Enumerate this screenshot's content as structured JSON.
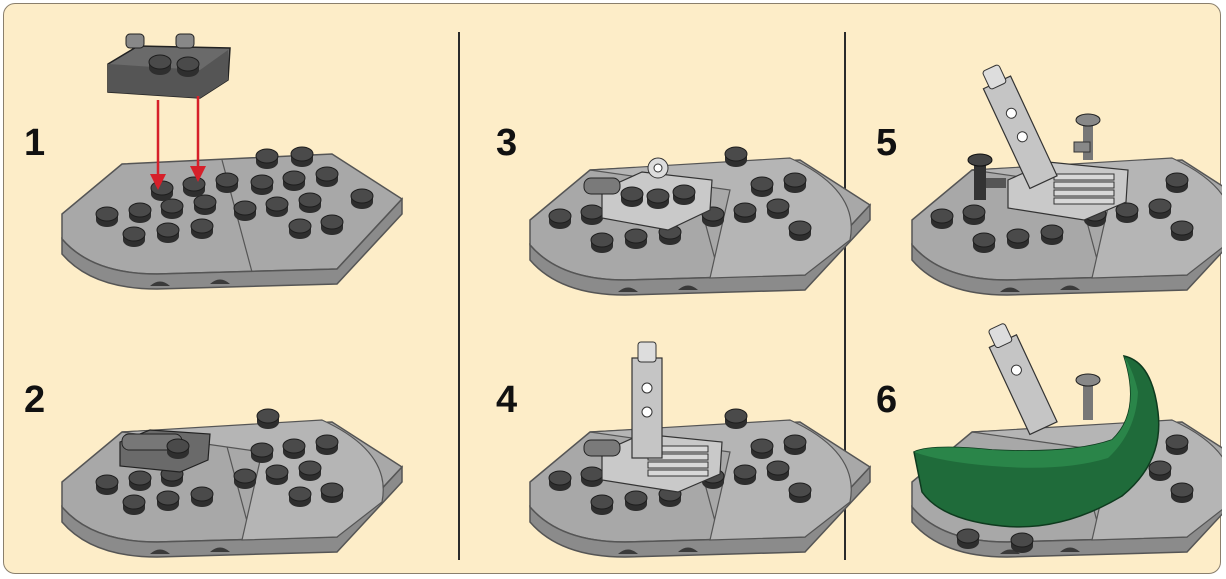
{
  "steps": [
    {
      "number": "1"
    },
    {
      "number": "2"
    },
    {
      "number": "3"
    },
    {
      "number": "4"
    },
    {
      "number": "5"
    },
    {
      "number": "6"
    }
  ],
  "colors": {
    "background": "#fdedc8",
    "plate_light_gray": "#a9a9a9",
    "plate_edge": "#7c7c7c",
    "stud_dark": "#3a3a3a",
    "dark_bluish_gray": "#6a6a6a",
    "arrow_red": "#d6202a",
    "windscreen_green": "#1f6b3a",
    "divider": "#2b2b2b"
  }
}
